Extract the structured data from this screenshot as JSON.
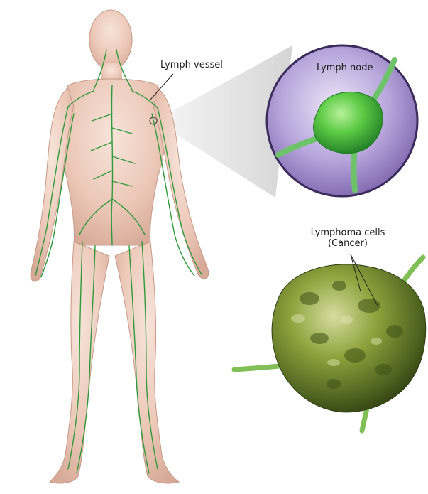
{
  "labels": {
    "lymph_vessel": "Lymph vessel",
    "lymph_node": "Lymph node",
    "lymphoma_line1": "Lymphoma cells",
    "lymphoma_line2": "(Cancer)"
  },
  "colors": {
    "body_skin": "#efd2c4",
    "body_shadow": "#c9a090",
    "lymph_green": "#2f9a3a",
    "node_green": "#4fc241",
    "inset_purple": "#8b73b7",
    "inset_border": "#3b2a5c",
    "tumor_green": "#6f8a2a",
    "callout_gray": "#d6d6d6"
  }
}
